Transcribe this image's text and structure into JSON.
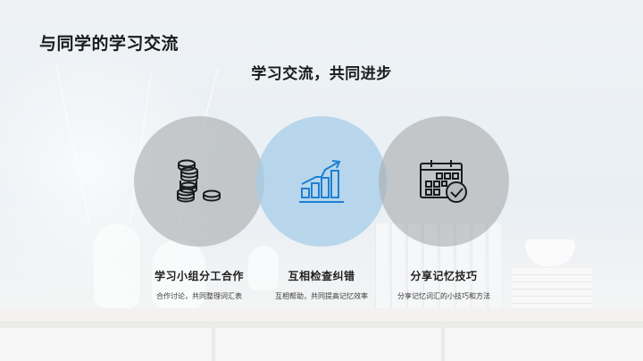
{
  "slide": {
    "title": "与同学的学习交流",
    "subtitle": "学习交流，共同进步"
  },
  "items": [
    {
      "icon": "coins-stack-icon",
      "heading": "学习小组分工合作",
      "description": "合作讨论，共同整理词汇表",
      "circle_color": "#b4b6b9"
    },
    {
      "icon": "growth-chart-icon",
      "heading": "互相检查纠错",
      "description": "互相帮助，共同提高记忆效率",
      "circle_color": "#a4cce9",
      "icon_color": "#1f7fd1"
    },
    {
      "icon": "calendar-check-icon",
      "heading": "分享记忆技巧",
      "description": "分享记忆词汇的小技巧和方法",
      "circle_color": "#b4b6b9"
    }
  ]
}
